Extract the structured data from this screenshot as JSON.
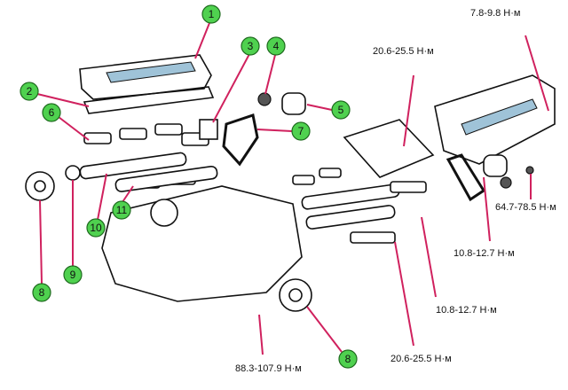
{
  "callouts": [
    "1",
    "2",
    "3",
    "4",
    "5",
    "6",
    "7",
    "8",
    "9",
    "10",
    "11",
    "8"
  ],
  "torques": [
    "7.8-9.8 Н·м",
    "20.6-25.5 Н·м",
    "64.7-78.5 Н·м",
    "10.8-12.7 Н·м",
    "10.8-12.7 Н·м",
    "20.6-25.5 Н·м",
    "88.3-107.9 Н·м"
  ],
  "colors": {
    "callout": "#4fd14f",
    "leader": "#d0215e"
  }
}
